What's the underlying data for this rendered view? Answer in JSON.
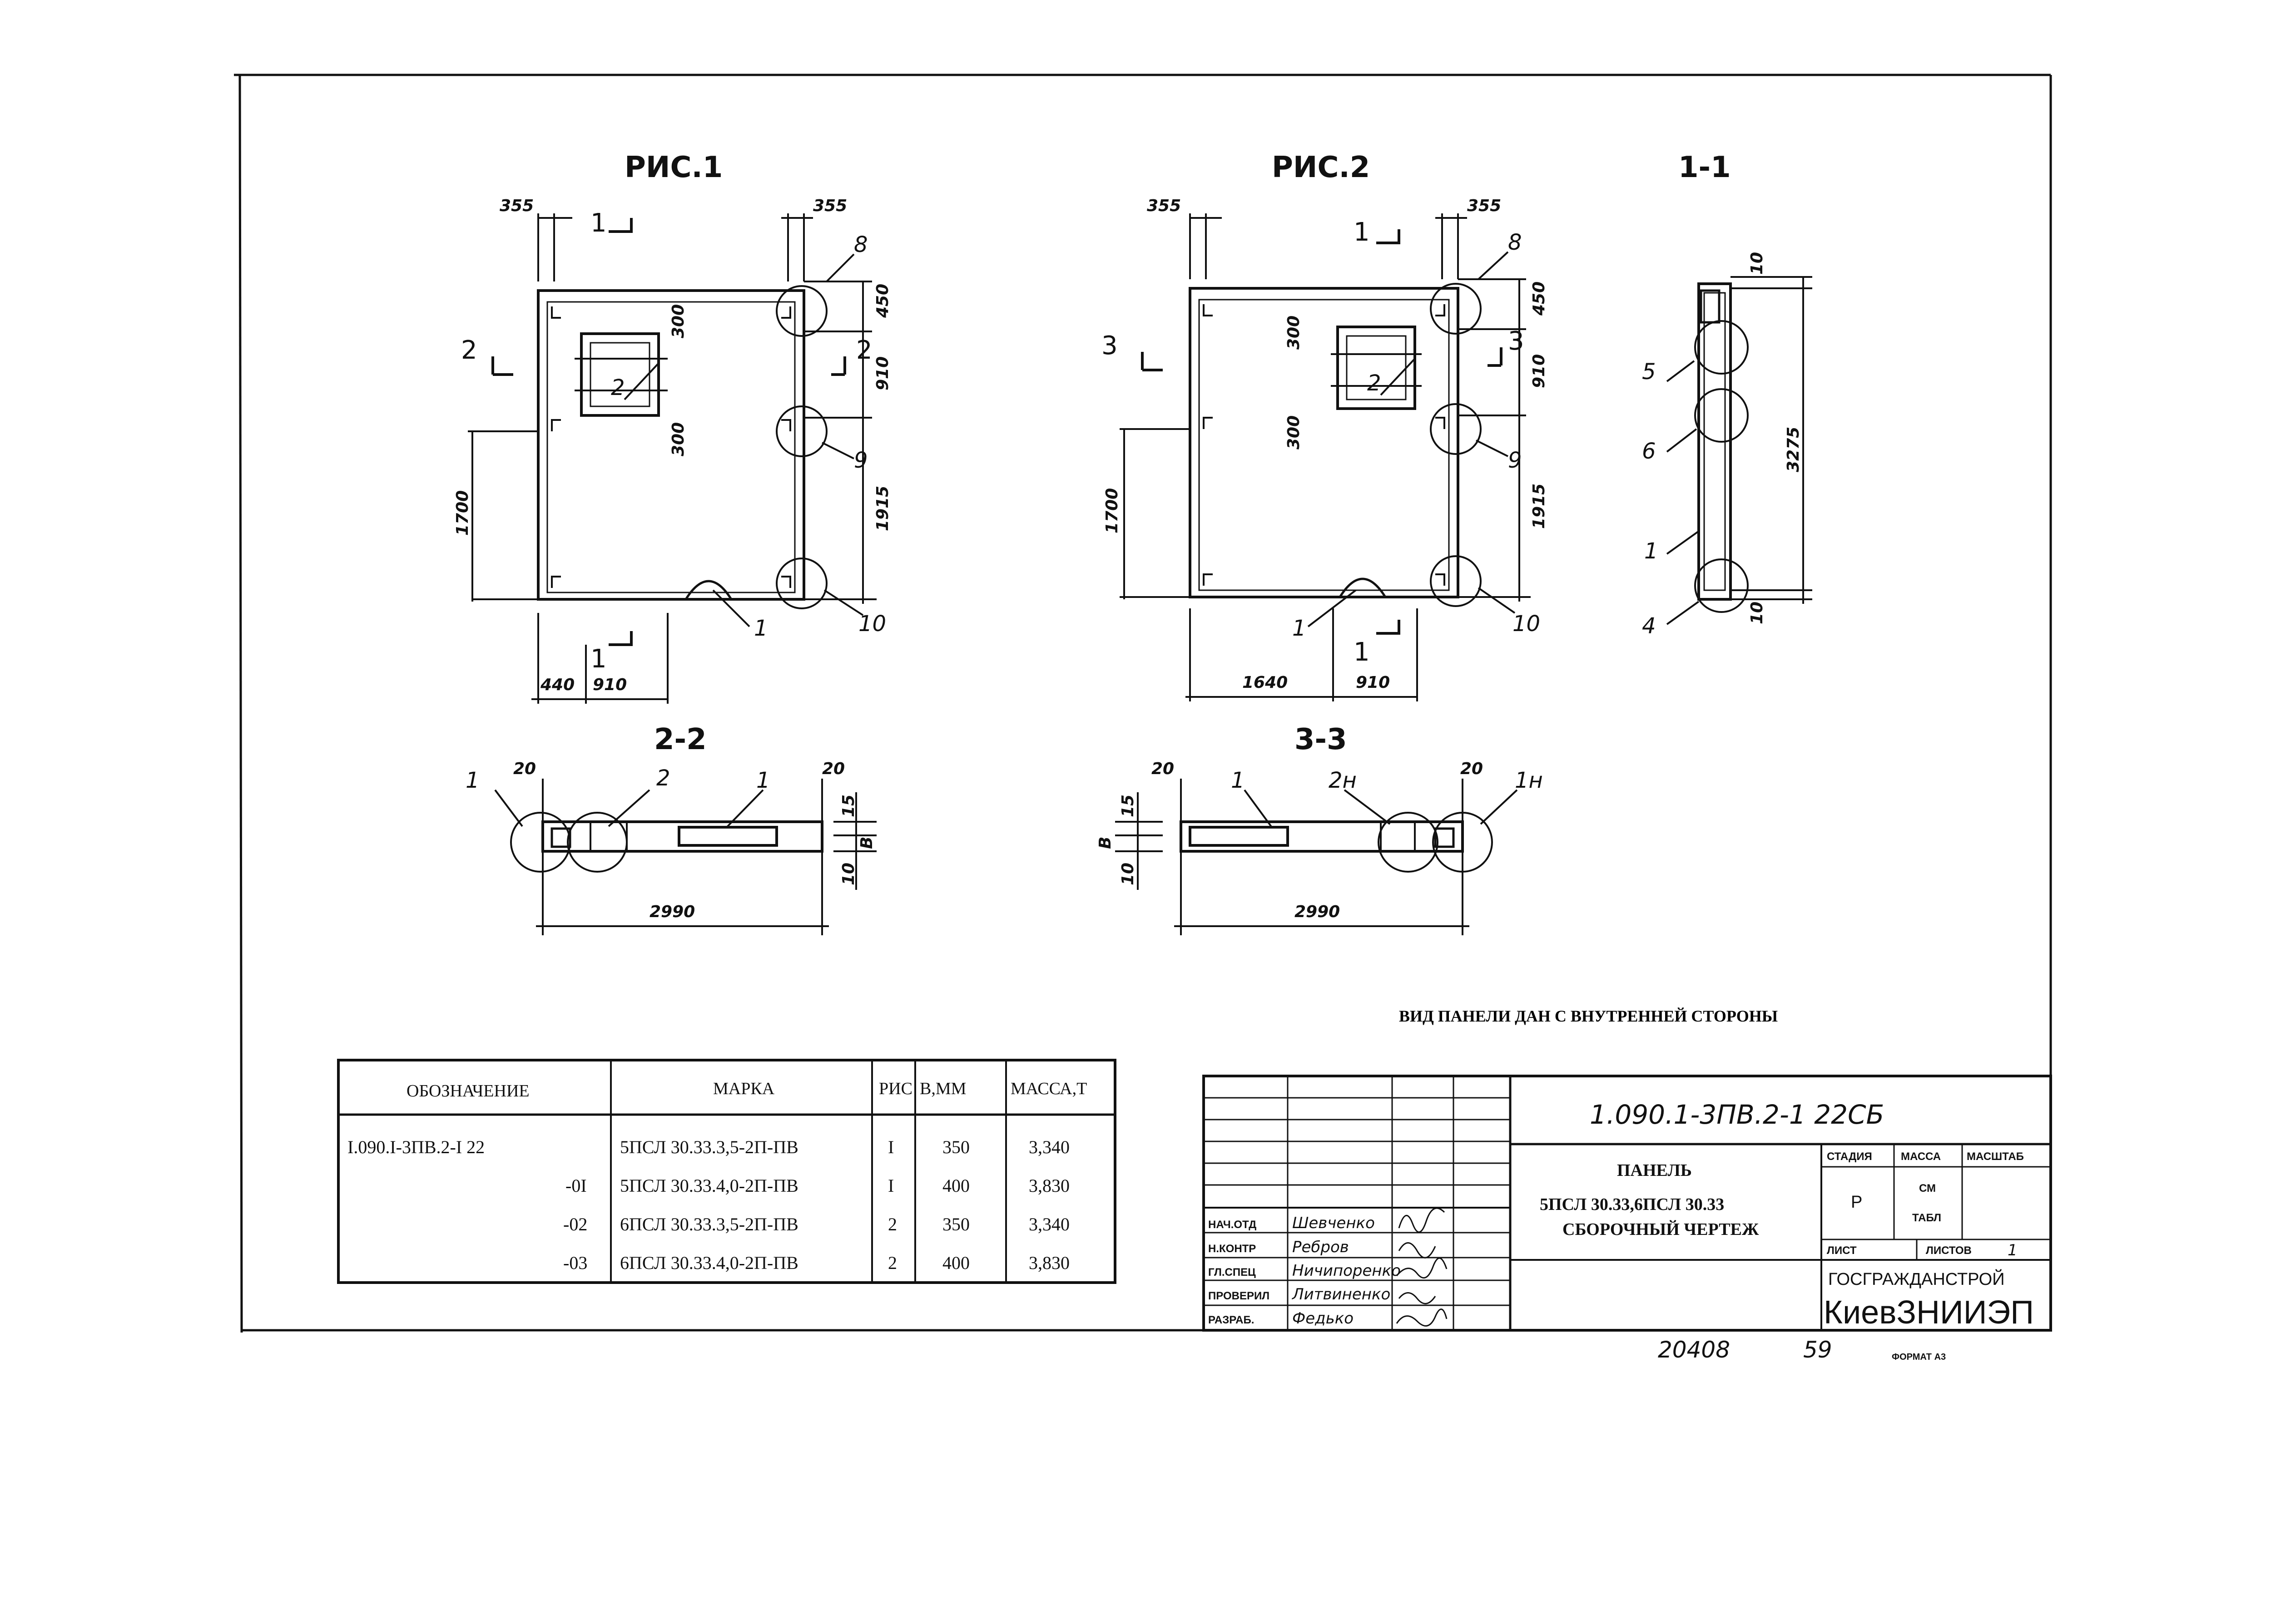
{
  "figures": {
    "fig1": {
      "title": "РИС.1",
      "dims": {
        "left_top": "355",
        "right_top": "355",
        "d450": "450",
        "d910_right": "910",
        "d1915": "1915",
        "d1700": "1700",
        "d300_a": "300",
        "d300_b": "300",
        "d440": "440",
        "d910_bottom": "910"
      },
      "cuts": {
        "c1_top": "1",
        "c1_bottom": "1",
        "c2_left": "2",
        "c2_right": "2"
      },
      "positions": {
        "p8": "8",
        "p9": "9",
        "p10": "10",
        "p1": "1",
        "p2": "2"
      }
    },
    "fig2": {
      "title": "РИС.2",
      "dims": {
        "left_top": "355",
        "right_top": "355",
        "d450": "450",
        "d910_right": "910",
        "d1915": "1915",
        "d1700": "1700",
        "d300_a": "300",
        "d300_b": "300",
        "d1640": "1640",
        "d910_bottom": "910"
      },
      "cuts": {
        "c1_top": "1",
        "c1_bottom": "1",
        "c3_left": "3",
        "c3_right": "3"
      },
      "positions": {
        "p8": "8",
        "p9": "9",
        "p10": "10",
        "p1": "1",
        "p2": "2"
      }
    },
    "section_11": {
      "title": "1-1",
      "dims": {
        "d10_top": "10",
        "d3275": "3275",
        "d10_bottom": "10"
      },
      "positions": {
        "p5": "5",
        "p6": "6",
        "p1": "1",
        "p4": "4"
      }
    },
    "section_22": {
      "title": "2-2",
      "dims": {
        "d20_left": "20",
        "d20_right": "20",
        "d15": "15",
        "dB": "В",
        "d10": "10",
        "d2990": "2990"
      },
      "positions": {
        "p1_left": "1",
        "p2": "2",
        "p1_right": "1"
      }
    },
    "section_33": {
      "title": "3-3",
      "dims": {
        "d20_left": "20",
        "d20_right": "20",
        "d15": "15",
        "dB": "В",
        "d10": "10",
        "d2990": "2990"
      },
      "positions": {
        "p1": "1",
        "p2n": "2н",
        "p1n": "1н"
      }
    }
  },
  "note": "ВИД ПАНЕЛИ ДАН С ВНУТРЕННЕЙ СТОРОНЫ",
  "spec_table": {
    "headers": [
      "ОБОЗНАЧЕНИЕ",
      "МАРКА",
      "РИС",
      "В,ММ",
      "МАССА,Т"
    ],
    "rows": [
      [
        "I.090.I-3ПВ.2-I 22",
        "5ПСЛ 30.33.3,5-2П-ПВ",
        "I",
        "350",
        "3,340"
      ],
      [
        "-0I",
        "5ПСЛ 30.33.4,0-2П-ПВ",
        "I",
        "400",
        "3,830"
      ],
      [
        "-02",
        "6ПСЛ 30.33.3,5-2П-ПВ",
        "2",
        "350",
        "3,340"
      ],
      [
        "-03",
        "6ПСЛ 30.33.4,0-2П-ПВ",
        "2",
        "400",
        "3,830"
      ]
    ]
  },
  "title_block": {
    "code": "1.090.1-3ПВ.2-1   22СБ",
    "name_line1": "ПАНЕЛЬ",
    "name_line2": "5ПСЛ 30.33,6ПСЛ 30.33",
    "name_line3": "СБОРОЧНЫЙ ЧЕРТЕЖ",
    "stage_label": "СТАДИЯ",
    "mass_label": "МАССА",
    "scale_label": "МАСШТАБ",
    "stage_value": "Р",
    "mass_value_1": "СМ",
    "mass_value_2": "ТАБЛ",
    "sheet_label": "ЛИСТ",
    "sheets_label": "ЛИСТОВ",
    "sheets_value": "1",
    "org_line1": "ГОСГРАЖДАНСТРОЙ",
    "org_line2": "КиевЗНИИЭП",
    "roles": [
      {
        "role": "НАЧ.ОТД",
        "name": "Шевченко"
      },
      {
        "role": "Н.КОНТР",
        "name": "Ребров"
      },
      {
        "role": "ГЛ.СПЕЦ",
        "name": "Ничипоренко"
      },
      {
        "role": "ПРОВЕРИЛ",
        "name": "Литвиненко"
      },
      {
        "role": "РАЗРАБ.",
        "name": "Федько"
      }
    ]
  },
  "footer": {
    "inv": "20408",
    "page": "59",
    "format": "ФОРМАТ А3"
  }
}
